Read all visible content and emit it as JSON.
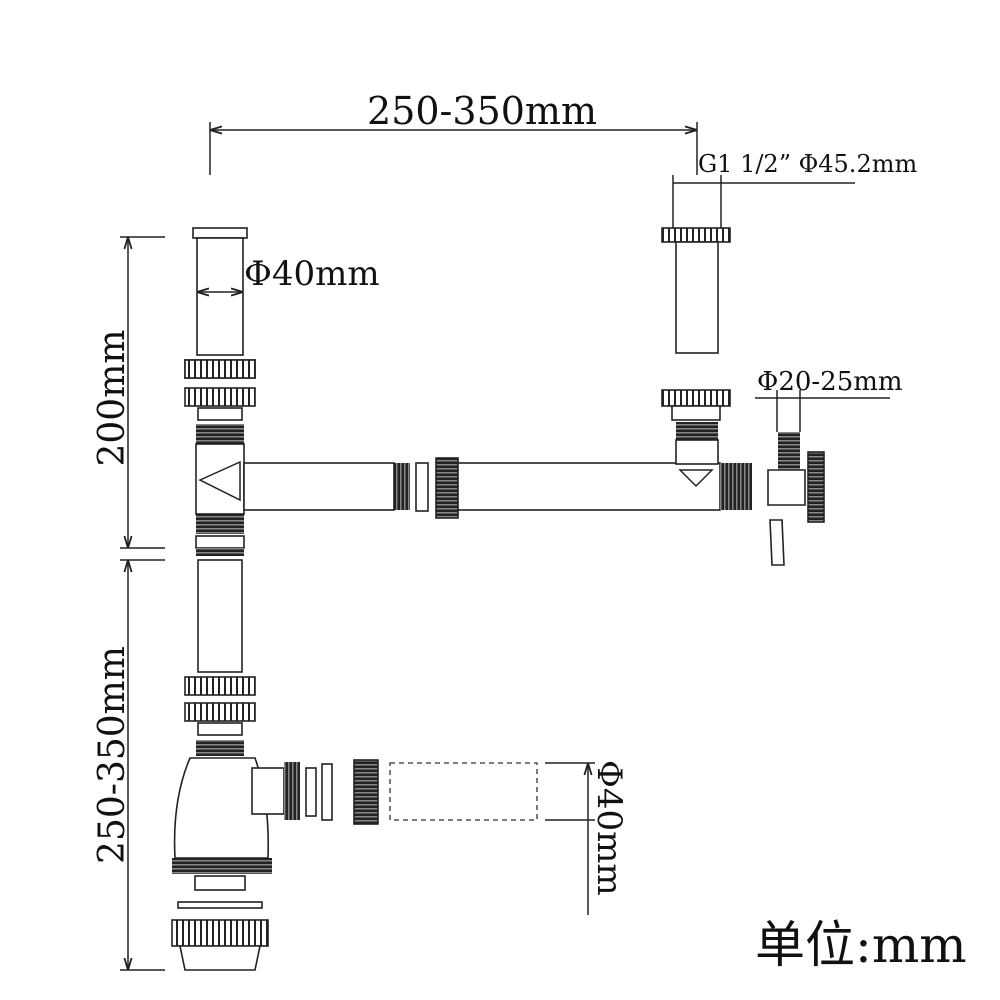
{
  "dimensions": {
    "top_width": "250-350mm",
    "thread_and_diameter": "G1 1/2” Φ45.2mm",
    "inlet_diameter": "Φ40mm",
    "upper_height": "200mm",
    "hose_diameter": "Φ20-25mm",
    "lower_height": "250-350mm",
    "outlet_diameter": "Φ40mm"
  },
  "unit_label": "单位:mm"
}
